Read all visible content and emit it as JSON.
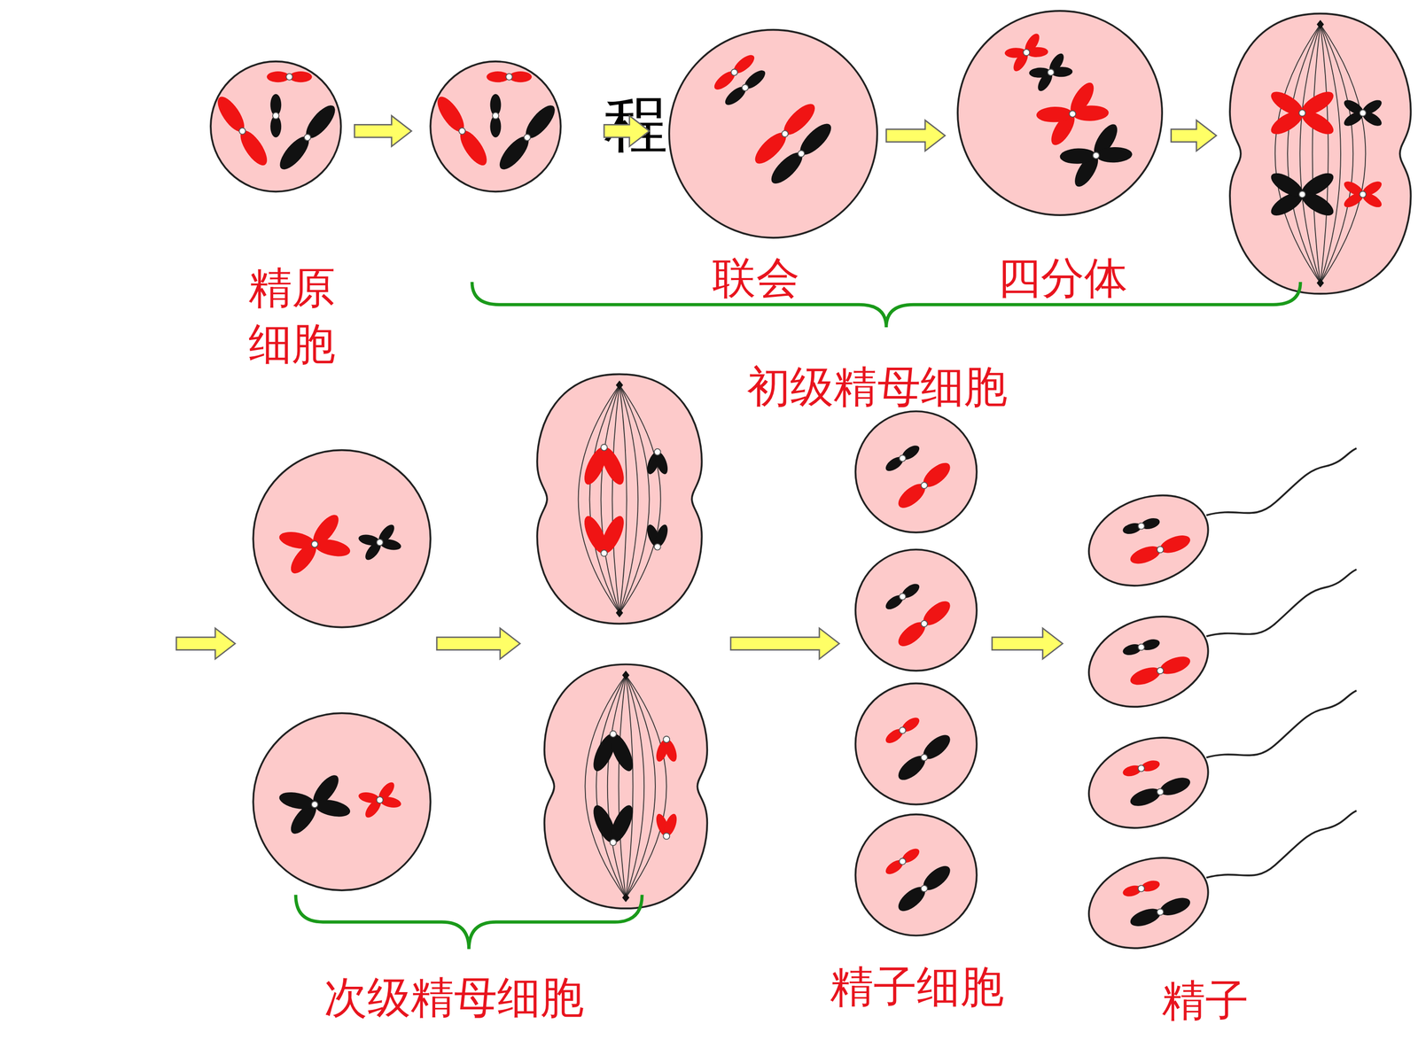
{
  "diagram": {
    "labels": [
      "程",
      "精原 细胞",
      "联会",
      "四分体",
      "初级精母细胞",
      "次级精母细胞",
      "精子细胞",
      "精子"
    ]
  }
}
